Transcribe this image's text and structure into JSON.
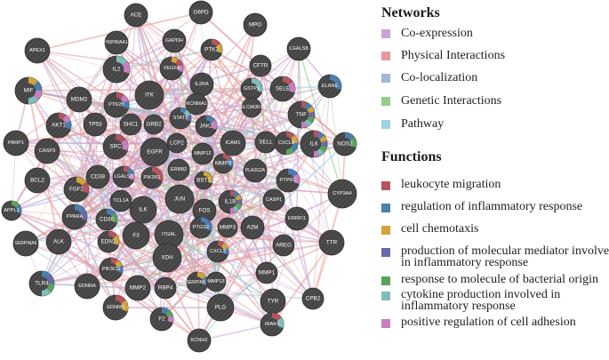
{
  "network": {
    "nodes": [
      {
        "id": "ACE",
        "label": "ACE",
        "functions": []
      },
      {
        "id": "G6PD",
        "label": "G6PD",
        "functions": []
      },
      {
        "id": "MPO",
        "label": "MPO",
        "functions": []
      },
      {
        "id": "HSP90AA1",
        "label": "HSP90AA1",
        "functions": []
      },
      {
        "id": "GAPDH",
        "label": "GAPDH",
        "functions": []
      },
      {
        "id": "APEX1",
        "label": "APEX1",
        "functions": []
      },
      {
        "id": "IL2",
        "label": "IL2",
        "functions": [
          "cytokine production involved in inflammatory response",
          "positive regulation of cell adhesion"
        ]
      },
      {
        "id": "VEGFA",
        "label": "VEGFA",
        "functions": [
          "cell chemotaxis",
          "leukocyte migration",
          "positive regulation of cell adhesion"
        ]
      },
      {
        "id": "PTK2",
        "label": "PTK2",
        "functions": [
          "leukocyte migration",
          "cell chemotaxis"
        ]
      },
      {
        "id": "CFTR",
        "label": "CFTR",
        "functions": []
      },
      {
        "id": "LGALS8",
        "label": "LGALS8",
        "functions": []
      },
      {
        "id": "MIF",
        "label": "MIF",
        "functions": [
          "cell chemotaxis",
          "regulation of inflammatory response",
          "positive regulation of cell adhesion",
          "cytokine production involved in inflammatory response"
        ]
      },
      {
        "id": "IL2RA",
        "label": "IL2RA",
        "functions": []
      },
      {
        "id": "ITK",
        "label": "ITK",
        "functions": []
      },
      {
        "id": "GSTP1",
        "label": "GSTP1",
        "functions": [
          "cytokine production involved in inflammatory response"
        ]
      },
      {
        "id": "SELE",
        "label": "SELE",
        "functions": [
          "leukocyte migration",
          "positive regulation of cell adhesion"
        ]
      },
      {
        "id": "ELANE",
        "label": "ELANE",
        "functions": [
          "regulation of inflammatory response"
        ]
      },
      {
        "id": "MDM2",
        "label": "MDM2",
        "functions": []
      },
      {
        "id": "PTK2B",
        "label": "PTK2B",
        "functions": [
          "leukocyte migration",
          "positive regulation of cell adhesion",
          "regulation of inflammatory response"
        ]
      },
      {
        "id": "KCNMA1",
        "label": "KCNMA1",
        "functions": []
      },
      {
        "id": "SLC9A3R1",
        "label": "SLC9A3R1",
        "functions": []
      },
      {
        "id": "AKT1",
        "label": "AKT1",
        "functions": [
          "leukocyte migration",
          "positive regulation of cell adhesion",
          "regulation of inflammatory response"
        ]
      },
      {
        "id": "TP53",
        "label": "TP53",
        "functions": []
      },
      {
        "id": "SHC1",
        "label": "SHC1",
        "functions": []
      },
      {
        "id": "GRB2",
        "label": "GRB2",
        "functions": []
      },
      {
        "id": "STAT3",
        "label": "STAT3",
        "functions": [
          "regulation of inflammatory response",
          "cytokine production involved in inflammatory response",
          "production of molecular mediator involved in inflammatory response"
        ]
      },
      {
        "id": "TNF",
        "label": "TNF",
        "functions": [
          "leukocyte migration",
          "regulation of inflammatory response",
          "cell chemotaxis",
          "production of molecular mediator involved in inflammatory response",
          "response to molecule of bacterial origin",
          "cytokine production involved in inflammatory response",
          "positive regulation of cell adhesion"
        ]
      },
      {
        "id": "PARP1",
        "label": "PARP1",
        "functions": []
      },
      {
        "id": "CASP3",
        "label": "CASP3",
        "functions": []
      },
      {
        "id": "SRC",
        "label": "SRC",
        "functions": [
          "leukocyte migration",
          "positive regulation of cell adhesion"
        ]
      },
      {
        "id": "EGFR",
        "label": "EGFR",
        "functions": []
      },
      {
        "id": "LCP2",
        "label": "LCP2",
        "functions": []
      },
      {
        "id": "JAK2",
        "label": "JAK2",
        "functions": [
          "regulation of inflammatory response",
          "positive regulation of cell adhesion"
        ]
      },
      {
        "id": "ICAM1",
        "label": "ICAM1",
        "functions": []
      },
      {
        "id": "CXCL8",
        "label": "CXCL8",
        "functions": [
          "leukocyte migration",
          "cell chemotaxis",
          "regulation of inflammatory response",
          "response to molecule of bacterial origin"
        ]
      },
      {
        "id": "SELL",
        "label": "SELL",
        "functions": []
      },
      {
        "id": "IL6",
        "label": "IL6",
        "functions": [
          "leukocyte migration",
          "regulation of inflammatory response",
          "cell chemotaxis",
          "production of molecular mediator involved in inflammatory response",
          "response to molecule of bacterial origin",
          "cytokine production involved in inflammatory response",
          "positive regulation of cell adhesion"
        ]
      },
      {
        "id": "NOS2",
        "label": "NOS2",
        "functions": [
          "regulation of inflammatory response",
          "response to molecule of bacterial origin"
        ]
      },
      {
        "id": "MMP12",
        "label": "MMP12",
        "functions": []
      },
      {
        "id": "BCL2",
        "label": "BCL2",
        "functions": []
      },
      {
        "id": "CD38",
        "label": "CD38",
        "functions": []
      },
      {
        "id": "ERBB2",
        "label": "ERBB2",
        "functions": []
      },
      {
        "id": "MMP9",
        "label": "MMP9",
        "functions": [
          "leukocyte migration",
          "regulation of inflammatory response"
        ]
      },
      {
        "id": "PLA2G2A",
        "label": "PLA2G2A",
        "functions": []
      },
      {
        "id": "FGF2",
        "label": "FGF2",
        "functions": [
          "cell chemotaxis",
          "leukocyte migration"
        ]
      },
      {
        "id": "LGALS3",
        "label": "LGALS3",
        "functions": [
          "leukocyte migration",
          "regulation of inflammatory response",
          "positive regulation of cell adhesion"
        ]
      },
      {
        "id": "PIK3R1",
        "label": "PIK3R1",
        "functions": [
          "leukocyte migration"
        ]
      },
      {
        "id": "BST1",
        "label": "BST1",
        "functions": [
          "cell chemotaxis"
        ]
      },
      {
        "id": "PTPRC",
        "label": "PTPRC",
        "functions": [
          "regulation of inflammatory response",
          "positive regulation of cell adhesion"
        ]
      },
      {
        "id": "CYP3A4",
        "label": "CYP3A4",
        "functions": []
      },
      {
        "id": "APPL1",
        "label": "APPL1",
        "functions": [
          "response to molecule of bacterial origin",
          "regulation of inflammatory response"
        ]
      },
      {
        "id": "TCL1A",
        "label": "TCL1A",
        "functions": []
      },
      {
        "id": "PPARA",
        "label": "PPARA",
        "functions": [
          "regulation of inflammatory response",
          "production of molecular mediator involved in inflammatory response"
        ]
      },
      {
        "id": "JUN",
        "label": "JUN",
        "functions": []
      },
      {
        "id": "IL1B",
        "label": "IL1B",
        "functions": [
          "leukocyte migration",
          "regulation of inflammatory response",
          "cell chemotaxis",
          "production of molecular mediator involved in inflammatory response",
          "response to molecule of bacterial origin",
          "cytokine production involved in inflammatory response",
          "positive regulation of cell adhesion"
        ]
      },
      {
        "id": "CASP1",
        "label": "CASP1",
        "functions": []
      },
      {
        "id": "ERRFI1",
        "label": "ERRFI1",
        "functions": []
      },
      {
        "id": "CD36",
        "label": "CD36",
        "functions": [
          "regulation of inflammatory response",
          "response to molecule of bacterial origin"
        ]
      },
      {
        "id": "ILK",
        "label": "ILK",
        "functions": []
      },
      {
        "id": "FOS",
        "label": "FOS",
        "functions": []
      },
      {
        "id": "A2M",
        "label": "A2M",
        "functions": []
      },
      {
        "id": "SERPINA6",
        "label": "SERPINA6",
        "functions": []
      },
      {
        "id": "ALK",
        "label": "ALK",
        "functions": []
      },
      {
        "id": "EDN1",
        "label": "EDN1",
        "functions": [
          "leukocyte migration",
          "cell chemotaxis"
        ]
      },
      {
        "id": "F3",
        "label": "F3",
        "functions": []
      },
      {
        "id": "ITGAL",
        "label": "ITGAL",
        "functions": []
      },
      {
        "id": "PTGS2",
        "label": "PTGS2",
        "functions": [
          "regulation of inflammatory response"
        ]
      },
      {
        "id": "MMP3",
        "label": "MMP3",
        "functions": []
      },
      {
        "id": "AREG",
        "label": "AREG",
        "functions": []
      },
      {
        "id": "TTR",
        "label": "TTR",
        "functions": []
      },
      {
        "id": "XDH",
        "label": "XDH",
        "functions": []
      },
      {
        "id": "CXCL2",
        "label": "CXCL2",
        "functions": [
          "leukocyte migration",
          "cell chemotaxis",
          "regulation of inflammatory response"
        ]
      },
      {
        "id": "PIK3CG",
        "label": "PIK3CG",
        "functions": [
          "leukocyte migration",
          "cell chemotaxis",
          "regulation of inflammatory response"
        ]
      },
      {
        "id": "TLR4",
        "label": "TLR4",
        "functions": [
          "regulation of inflammatory response",
          "production of molecular mediator involved in inflammatory response",
          "response to molecule of bacterial origin",
          "cytokine production involved in inflammatory response"
        ]
      },
      {
        "id": "MMP1",
        "label": "MMP1",
        "functions": []
      },
      {
        "id": "EDNRA",
        "label": "EDNRA",
        "functions": []
      },
      {
        "id": "MMP2",
        "label": "MMP2",
        "functions": []
      },
      {
        "id": "RBP4",
        "label": "RBP4",
        "functions": []
      },
      {
        "id": "SERPINE1",
        "label": "SERPINE1",
        "functions": [
          "cell chemotaxis",
          "regulation of inflammatory response"
        ]
      },
      {
        "id": "MMP13",
        "label": "MMP13",
        "functions": []
      },
      {
        "id": "TYR",
        "label": "TYR",
        "functions": []
      },
      {
        "id": "CPB2",
        "label": "CPB2",
        "functions": []
      },
      {
        "id": "EDNRB",
        "label": "EDNRB",
        "functions": [
          "leukocyte migration",
          "cell chemotaxis"
        ]
      },
      {
        "id": "F2",
        "label": "F2",
        "functions": [
          "regulation of inflammatory response",
          "response to molecule of bacterial origin",
          "positive regulation of cell adhesion"
        ]
      },
      {
        "id": "PLG",
        "label": "PLG",
        "functions": []
      },
      {
        "id": "IRAK4",
        "label": "IRAK4",
        "functions": [
          "leukocyte migration",
          "cytokine production involved in inflammatory response"
        ]
      },
      {
        "id": "KCNH2",
        "label": "KCNH2",
        "functions": []
      }
    ]
  },
  "legend": {
    "networks_title": "Networks",
    "networks": [
      {
        "label": "Co-expression",
        "color": "#c9a3d4"
      },
      {
        "label": "Physical Interactions",
        "color": "#e59a9b"
      },
      {
        "label": "Co-localization",
        "color": "#a4b4da"
      },
      {
        "label": "Genetic Interactions",
        "color": "#94cc88"
      },
      {
        "label": "Pathway",
        "color": "#9bd3df"
      }
    ],
    "functions_title": "Functions",
    "functions": [
      {
        "label": "leukocyte migration",
        "lines": [
          "leukocyte migration"
        ],
        "color": "#b5545c"
      },
      {
        "label": "regulation of inflammatory response",
        "lines": [
          "regulation of inflammatory response"
        ],
        "color": "#4a7fb0"
      },
      {
        "label": "cell chemotaxis",
        "lines": [
          "cell chemotaxis"
        ],
        "color": "#d4a43a"
      },
      {
        "label": "production of molecular mediator involved in inflammatory response",
        "lines": [
          "production of molecular mediator involved",
          "in inflammatory response"
        ],
        "color": "#6b6aa8"
      },
      {
        "label": "response to molecule of bacterial origin",
        "lines": [
          "response to molecule of bacterial origin"
        ],
        "color": "#5ba35b"
      },
      {
        "label": "cytokine production involved in inflammatory response",
        "lines": [
          "cytokine production involved in",
          "inflammatory response"
        ],
        "color": "#7fbfb9"
      },
      {
        "label": "positive regulation of cell adhesion",
        "lines": [
          "positive regulation of cell adhesion"
        ],
        "color": "#c87fc0"
      }
    ]
  }
}
